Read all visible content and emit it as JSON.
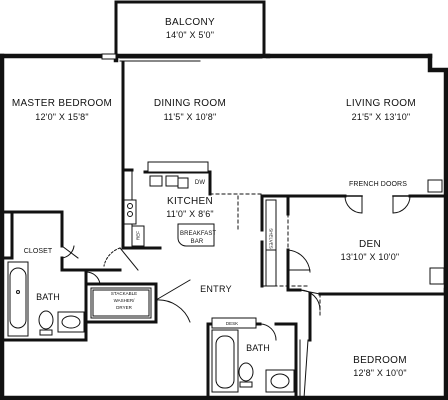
{
  "rooms": {
    "balcony": {
      "name": "BALCONY",
      "dims": "14'0\" X 5'0\""
    },
    "master_bedroom": {
      "name": "MASTER BEDROOM",
      "dims": "12'0\" X 15'8\""
    },
    "dining_room": {
      "name": "DINING ROOM",
      "dims": "11'5\" X 10'8\""
    },
    "living_room": {
      "name": "LIVING ROOM",
      "dims": "21'5\" X 13'10\""
    },
    "kitchen": {
      "name": "KITCHEN",
      "dims": "11'0\" X 8'6\""
    },
    "den": {
      "name": "DEN",
      "dims": "13'10\" X 10'0\""
    },
    "bedroom": {
      "name": "BEDROOM",
      "dims": "12'8\" X 10'0\""
    }
  },
  "labels": {
    "closet": "CLOSET",
    "bath_master": "BATH",
    "bath_second": "BATH",
    "entry": "ENTRY",
    "breakfast_bar_line1": "BREAKFAST",
    "breakfast_bar_line2": "BAR",
    "french_doors": "FRENCH DOORS",
    "dishwasher": "DW",
    "desk": "DESK",
    "washer_dryer_line1": "STACKABLE",
    "washer_dryer_line2": "WASHER/",
    "washer_dryer_line3": "DRYER",
    "refrigerator": "REF",
    "shelves": "SHELVES"
  }
}
